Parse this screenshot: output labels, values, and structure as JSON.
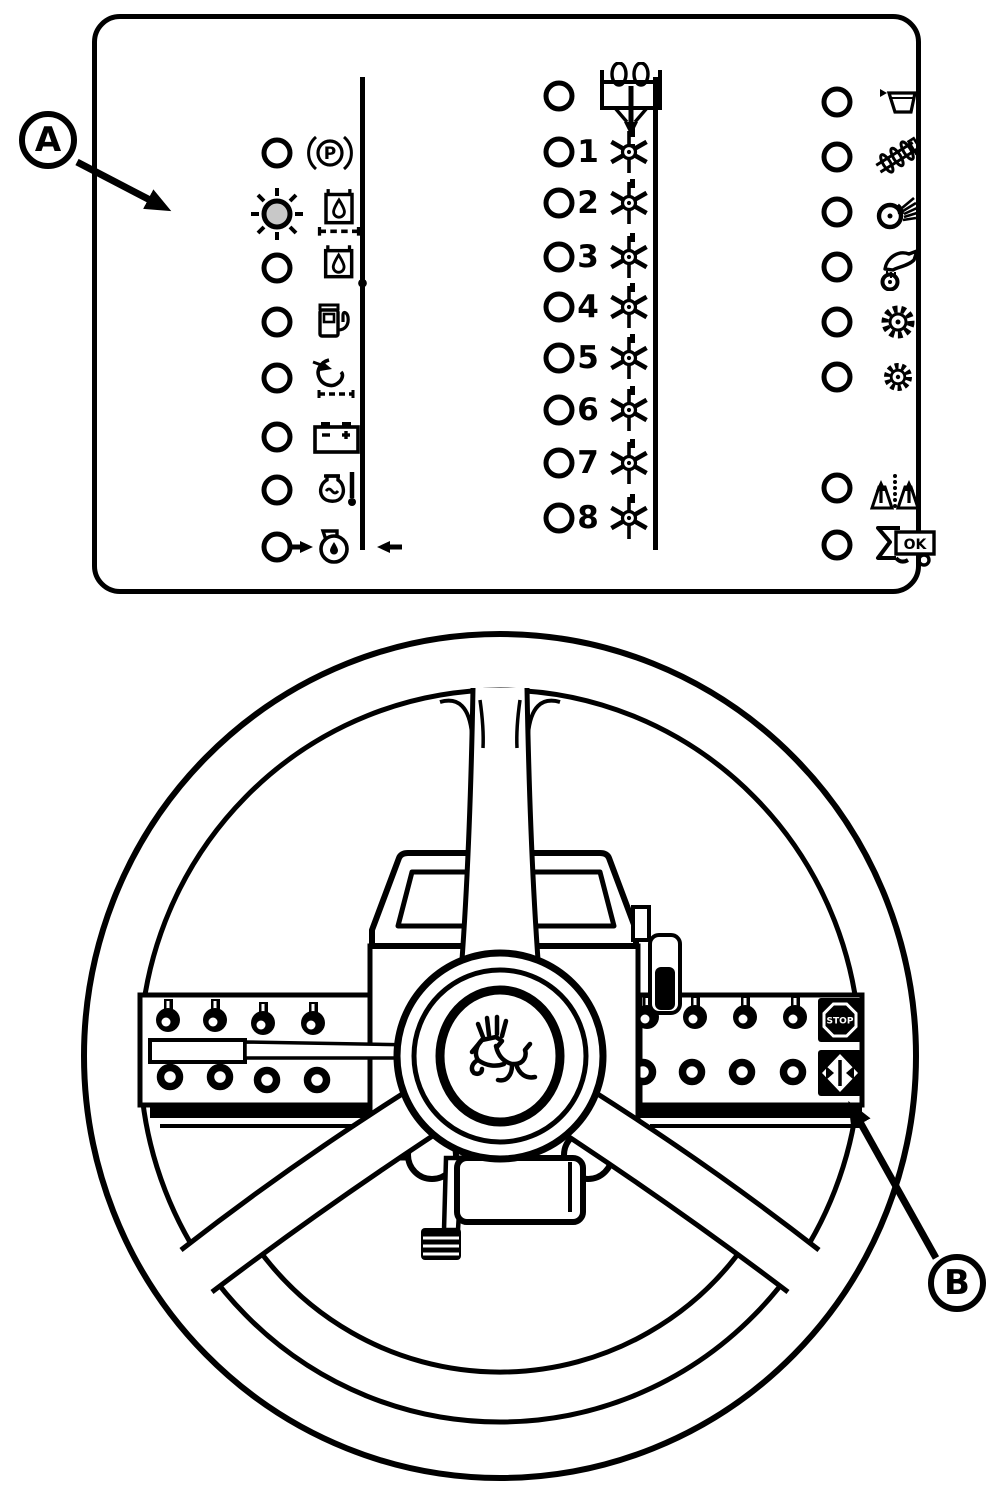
{
  "colors": {
    "line": "#000000",
    "background": "#ffffff",
    "lit_indicator_fill": "#c8c8c8"
  },
  "callouts": {
    "a_label": "A",
    "b_label": "B"
  },
  "panel": {
    "left_column": [
      {
        "icon": "park-brake-icon",
        "letter": "P",
        "lit": false
      },
      {
        "icon": "hydraulic-oil-level-icon",
        "lit": true
      },
      {
        "icon": "hydraulic-oil-temperature-icon",
        "lit": false
      },
      {
        "icon": "fuel-level-icon",
        "lit": false
      },
      {
        "icon": "air-restriction-icon",
        "lit": false
      },
      {
        "icon": "battery-charge-icon",
        "lit": false
      },
      {
        "icon": "engine-coolant-temperature-icon",
        "lit": false
      },
      {
        "icon": "engine-oil-pressure-icon",
        "lit": false
      }
    ],
    "middle_column": {
      "header_icon": "seed-meter-feed-icon",
      "row_icon": "seed-meter-row-icon",
      "rows": [
        {
          "label": "1",
          "lit": false
        },
        {
          "label": "2",
          "lit": false
        },
        {
          "label": "3",
          "lit": false
        },
        {
          "label": "4",
          "lit": false
        },
        {
          "label": "5",
          "lit": false
        },
        {
          "label": "6",
          "lit": false
        },
        {
          "label": "7",
          "lit": false
        },
        {
          "label": "8",
          "lit": false
        }
      ]
    },
    "right_column": [
      {
        "icon": "seed-tank-icon",
        "lit": false
      },
      {
        "icon": "auger-icon",
        "lit": false
      },
      {
        "icon": "ground-drive-wheel-icon",
        "lit": false
      },
      {
        "icon": "marker-arm-icon",
        "lit": false
      },
      {
        "icon": "coarse-adjust-gear-icon",
        "lit": false
      },
      {
        "icon": "fine-adjust-gear-icon",
        "lit": false
      },
      {
        "icon": "row-markers-icon",
        "lit": false
      },
      {
        "icon": "machine-ok-icon",
        "label": "OK",
        "lit": false
      }
    ]
  },
  "wheel": {
    "logo": "leaping-deer-logo",
    "stop_label": "STOP",
    "stop_button_icon": "stop-octagon-icon",
    "lower_button_icon": "diamond-arrows-icon"
  }
}
